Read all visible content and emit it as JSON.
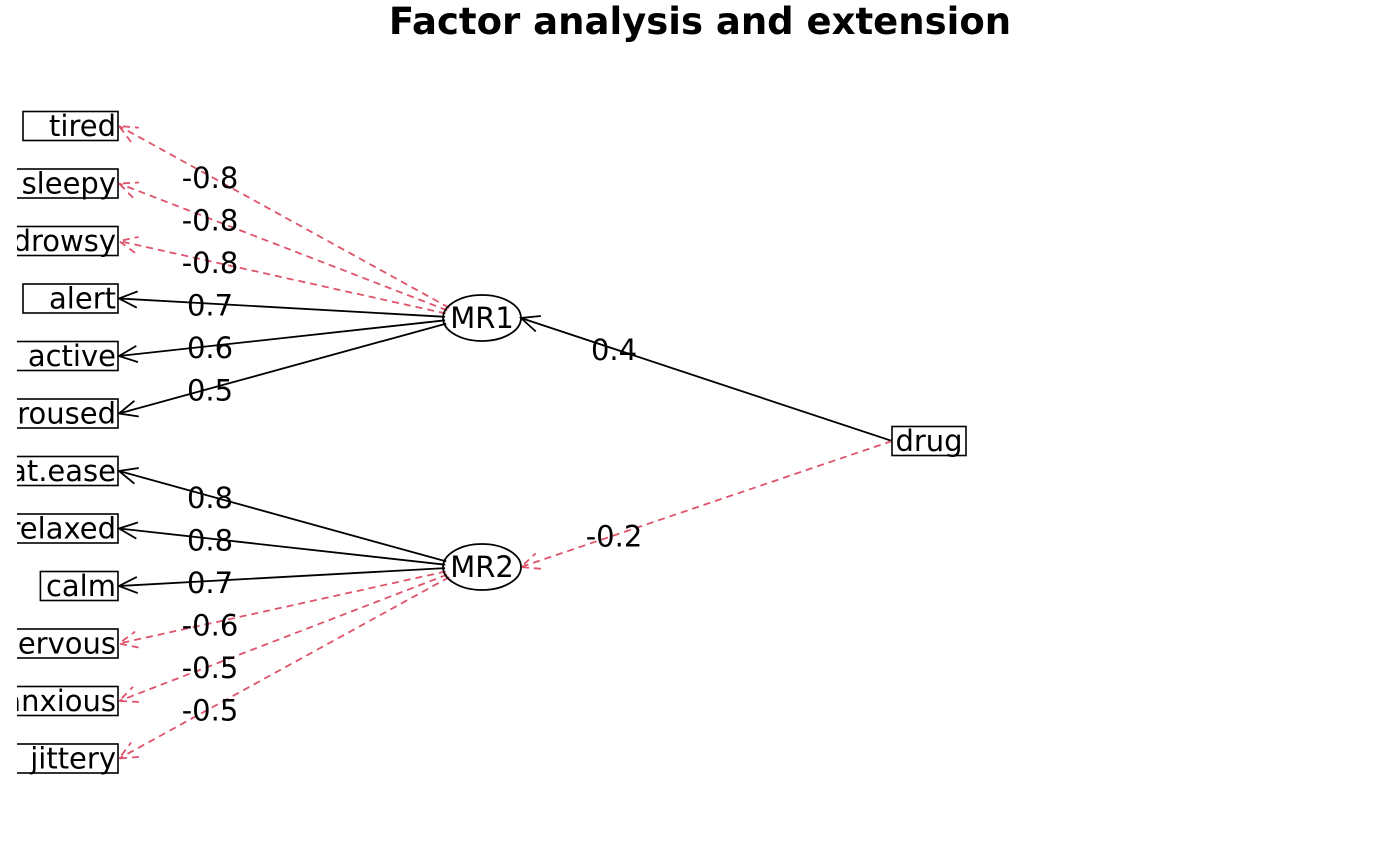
{
  "title": "Factor analysis and extension",
  "colors": {
    "positive": "#000000",
    "negative": "#DF536B"
  },
  "factors": [
    {
      "id": "MR1",
      "label": "MR1"
    },
    {
      "id": "MR2",
      "label": "MR2"
    }
  ],
  "extension": {
    "id": "drug",
    "label": "drug"
  },
  "variables": [
    {
      "id": "tired",
      "label": "tired"
    },
    {
      "id": "sleepy",
      "label": "sleepy"
    },
    {
      "id": "drowsy",
      "label": "drowsy"
    },
    {
      "id": "alert",
      "label": "alert"
    },
    {
      "id": "active",
      "label": "active"
    },
    {
      "id": "aroused",
      "label": "aroused"
    },
    {
      "id": "at.ease",
      "label": "at.ease"
    },
    {
      "id": "relaxed",
      "label": "relaxed"
    },
    {
      "id": "calm",
      "label": "calm"
    },
    {
      "id": "nervous",
      "label": "nervous"
    },
    {
      "id": "anxious",
      "label": "anxious"
    },
    {
      "id": "jittery",
      "label": "jittery"
    }
  ],
  "loadings": [
    {
      "from": "MR1",
      "to": "tired",
      "value": -0.8,
      "label": "-0.8"
    },
    {
      "from": "MR1",
      "to": "sleepy",
      "value": -0.8,
      "label": "-0.8"
    },
    {
      "from": "MR1",
      "to": "drowsy",
      "value": -0.8,
      "label": "-0.8"
    },
    {
      "from": "MR1",
      "to": "alert",
      "value": 0.7,
      "label": "0.7"
    },
    {
      "from": "MR1",
      "to": "active",
      "value": 0.6,
      "label": "0.6"
    },
    {
      "from": "MR1",
      "to": "aroused",
      "value": 0.5,
      "label": "0.5"
    },
    {
      "from": "MR2",
      "to": "at.ease",
      "value": 0.8,
      "label": "0.8"
    },
    {
      "from": "MR2",
      "to": "relaxed",
      "value": 0.8,
      "label": "0.8"
    },
    {
      "from": "MR2",
      "to": "calm",
      "value": 0.7,
      "label": "0.7"
    },
    {
      "from": "MR2",
      "to": "nervous",
      "value": -0.6,
      "label": "-0.6"
    },
    {
      "from": "MR2",
      "to": "anxious",
      "value": -0.5,
      "label": "-0.5"
    },
    {
      "from": "MR2",
      "to": "jittery",
      "value": -0.5,
      "label": "-0.5"
    }
  ],
  "extension_loadings": [
    {
      "from": "drug",
      "to": "MR1",
      "value": 0.4,
      "label": "0.4"
    },
    {
      "from": "drug",
      "to": "MR2",
      "value": -0.2,
      "label": "-0.2"
    }
  ]
}
